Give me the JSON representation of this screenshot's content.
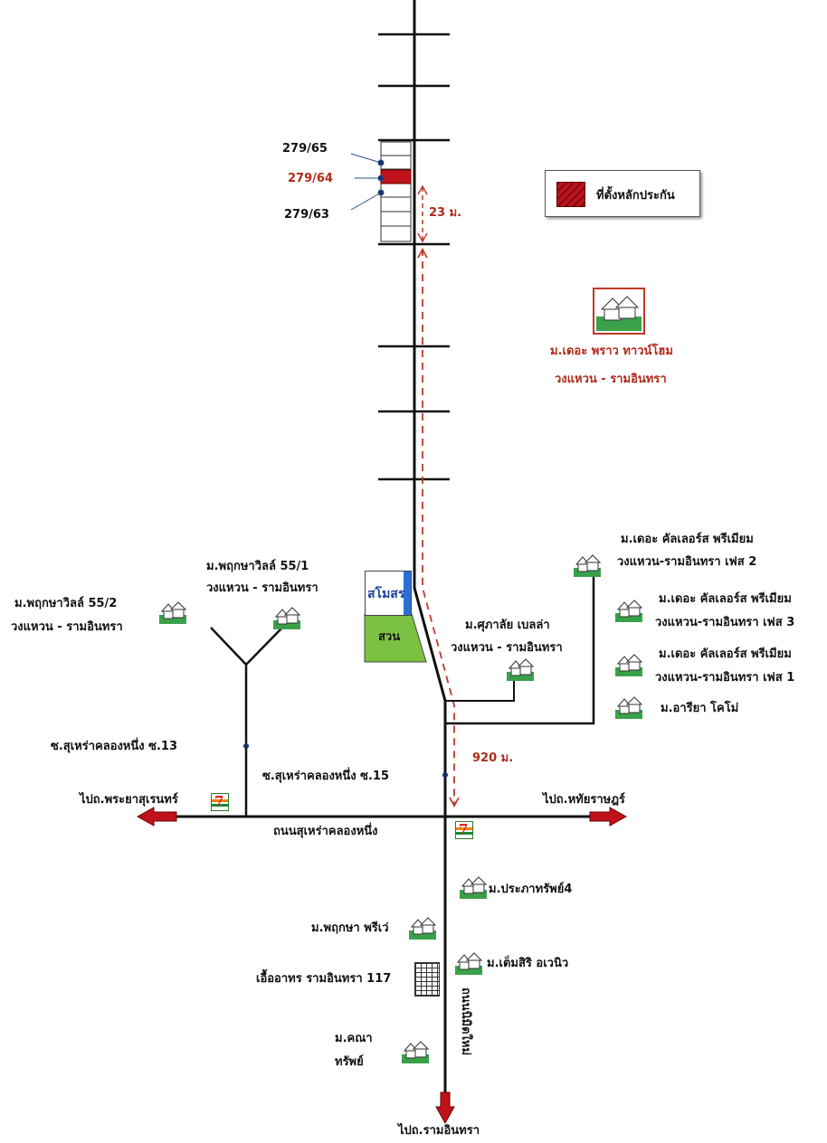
{
  "legend": {
    "label": "ที่ตั้งหลักประกัน",
    "color": "#c0121a"
  },
  "colors": {
    "route": "#c0392b",
    "road": "#111111",
    "arrow": "#c0121a",
    "park": "#7cc242",
    "club_accent": "#2b6fd6"
  },
  "plots": {
    "upper": "279/65",
    "target": "279/64",
    "lower": "279/63"
  },
  "distances": {
    "short": "23 ม.",
    "long": "920 ม."
  },
  "project": {
    "line1": "ม.เดอะ พราว ทาวน์โฮม",
    "line2": "วงแหวน - รามอินทรา"
  },
  "landmarks": {
    "club": "สโมสร",
    "park": "สวน",
    "pruksa_55_2": {
      "line1": "ม.พฤกษาวิลล์ 55/2",
      "line2": "วงแหวน - รามอินทรา"
    },
    "pruksa_55_1": {
      "line1": "ม.พฤกษาวิลล์ 55/1",
      "line2": "วงแหวน - รามอินทรา"
    },
    "supalai": {
      "line1": "ม.ศุภาลัย เบลล่า",
      "line2": "วงแหวน - รามอินทรา"
    },
    "colors_2": {
      "line1": "ม.เดอะ คัลเลอร์ส พรีเมียม",
      "line2": "วงแหวน-รามอินทรา เฟส 2"
    },
    "colors_3": {
      "line1": "ม.เดอะ คัลเลอร์ส พรีเมียม",
      "line2": "วงแหวน-รามอินทรา เฟส 3"
    },
    "colors_1": {
      "line1": "ม.เดอะ คัลเลอร์ส พรีเมียม",
      "line2": "วงแหวน-รามอินทรา เฟส 1"
    },
    "ariya": "ม.อารียา โคโม่",
    "soi13": "ซ.สุเหร่าคลองหนึ่ง ซ.13",
    "soi15": "ซ.สุเหร่าคลองหนึ่ง ซ.15",
    "to_phraya": "ไปถ.พระยาสุเรนทร์",
    "to_hathai": "ไปถ.หทัยราษฎร์",
    "main_road": "ถนนสุเหร่าคลองหนึ่ง",
    "prapa": "ม.ประภาทรัพย์4",
    "pruksa_prive": "ม.พฤกษา พรีเว่",
    "temsiri": "ม.เต็มสิริ อเวนิว",
    "eua_arthorn": "เอื้ออาทร รามอินทรา 117",
    "khana": {
      "line1": "ม.คณา",
      "line2": "ทรัพย์"
    },
    "nimit": "ถนนนิมิตใหม่",
    "to_ramintra": "ไปถ.รามอินทรา"
  }
}
